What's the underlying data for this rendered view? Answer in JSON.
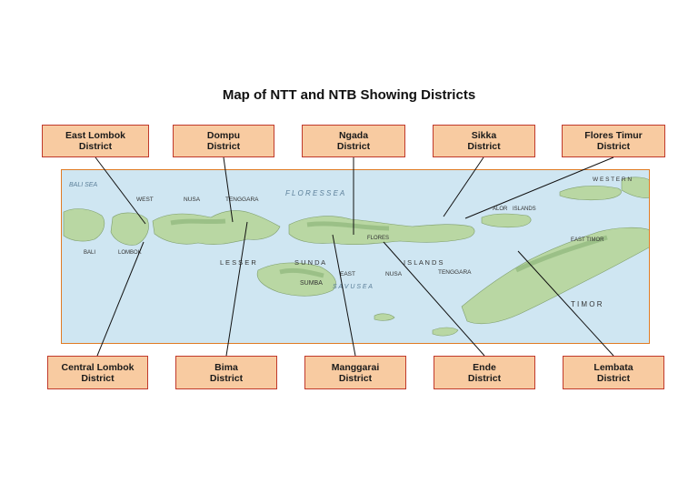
{
  "title": "Map of NTT and NTB Showing Districts",
  "labels_top": [
    {
      "line1": "East Lombok",
      "line2": "District"
    },
    {
      "line1": "Dompu",
      "line2": "District"
    },
    {
      "line1": "Ngada",
      "line2": "District"
    },
    {
      "line1": "Sikka",
      "line2": "District"
    },
    {
      "line1": "Flores Timur",
      "line2": "District"
    }
  ],
  "labels_bottom": [
    {
      "line1": "Central Lombok",
      "line2": "District"
    },
    {
      "line1": "Bima",
      "line2": "District"
    },
    {
      "line1": "Manggarai",
      "line2": "District"
    },
    {
      "line1": "Ende",
      "line2": "District"
    },
    {
      "line1": "Lembata",
      "line2": "District"
    }
  ],
  "map_text": {
    "bali_sea": "BALI  SEA",
    "flores_sea": "F L O R E S     S E A",
    "west": "WEST",
    "nusa": "NUSA",
    "tenggara": "TENGGARA",
    "lesser": "L E S S E R",
    "sunda": "S U N D A",
    "islands": "I S L A N D S",
    "east": "EAST",
    "nusa2": "NUSA",
    "tenggara2": "TENGGARA",
    "sumba": "SUMBA",
    "savu_sea": "S A V U   S E A",
    "timor": "T I M O R",
    "alor": "ALOR",
    "islands_small": "ISLANDS",
    "flores": "FLORES",
    "lombok": "LOMBOK",
    "bali": "BALI",
    "western": "W E S T E R N",
    "east_timor": "EAST TIMOR"
  },
  "colors": {
    "label_fill": "#f8cba1",
    "label_border": "#c0392b",
    "frame_border": "#e07b24",
    "sea": "#cfe6f2",
    "land": "#b9d7a3",
    "land_dark": "#8fb67a",
    "leader": "#111111"
  }
}
